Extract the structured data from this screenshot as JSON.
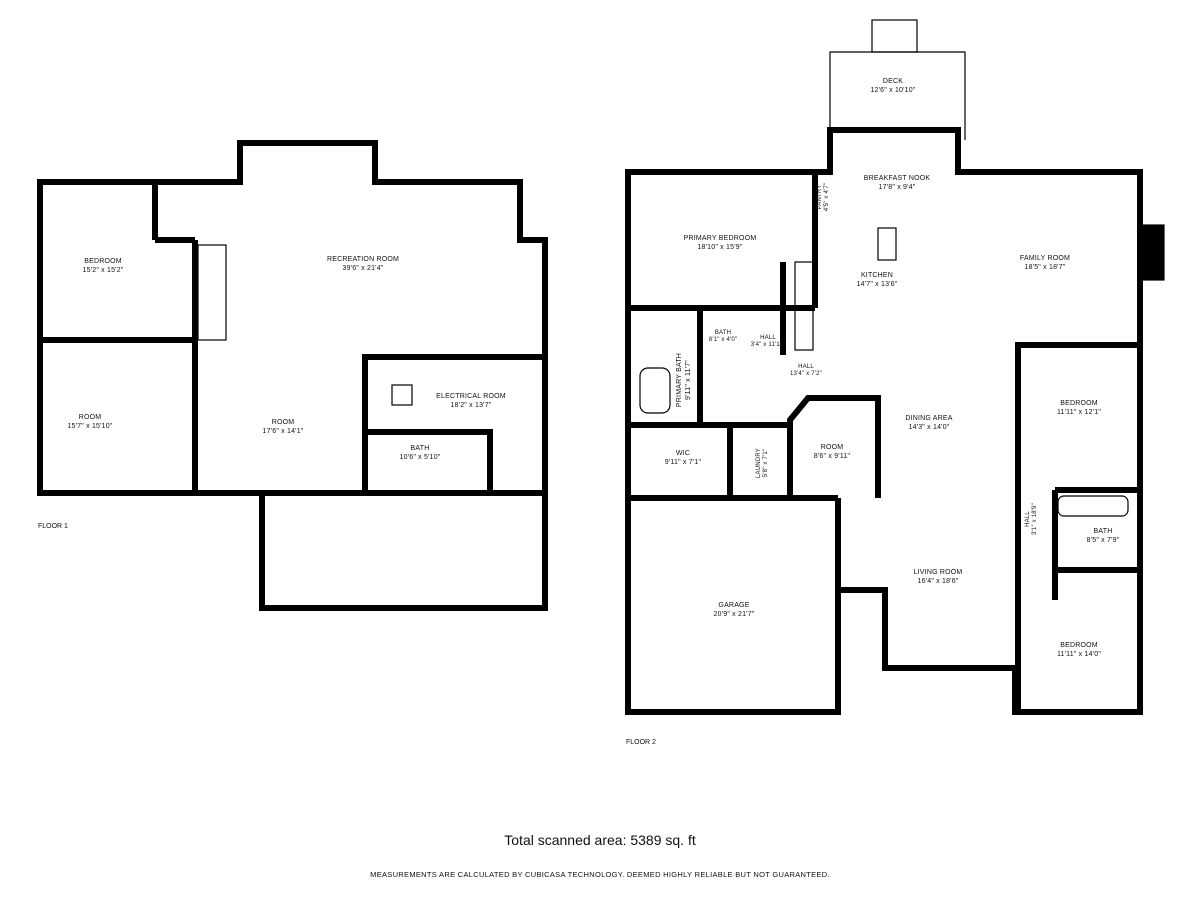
{
  "floors": [
    {
      "label": "FLOOR 1",
      "rooms": [
        {
          "name": "Bedroom",
          "dims": "15'2\" x 15'2\""
        },
        {
          "name": "Recreation Room",
          "dims": "39'6\" x 21'4\""
        },
        {
          "name": "Room",
          "dims": "15'7\" x 15'10\""
        },
        {
          "name": "Room",
          "dims": "17'6\" x 14'1\""
        },
        {
          "name": "Electrical Room",
          "dims": "18'2\" x 13'7\""
        },
        {
          "name": "Bath",
          "dims": "10'6\" x 5'10\""
        }
      ]
    },
    {
      "label": "FLOOR 2",
      "rooms": [
        {
          "name": "Deck",
          "dims": "12'6\" x 10'10\""
        },
        {
          "name": "Breakfast Nook",
          "dims": "17'8\" x 9'4\""
        },
        {
          "name": "Pantry",
          "dims": "4'5\" x 4'7\""
        },
        {
          "name": "Primary Bedroom",
          "dims": "18'10\" x 15'9\""
        },
        {
          "name": "Kitchen",
          "dims": "14'7\" x 13'6\""
        },
        {
          "name": "Family Room",
          "dims": "18'5\" x 18'7\""
        },
        {
          "name": "Bath",
          "dims": "8'1\" x 4'0\""
        },
        {
          "name": "Hall",
          "dims": "3'4\" x 11'11\""
        },
        {
          "name": "Hall",
          "dims": "13'4\" x 7'2\""
        },
        {
          "name": "Primary Bath",
          "dims": "9'11\" x 11'7\""
        },
        {
          "name": "Dining Area",
          "dims": "14'3\" x 14'0\""
        },
        {
          "name": "Bedroom",
          "dims": "11'11\" x 12'1\""
        },
        {
          "name": "Room",
          "dims": "8'6\" x 9'11\""
        },
        {
          "name": "WIC",
          "dims": "9'11\" x 7'1\""
        },
        {
          "name": "Laundry",
          "dims": "5'8\" x 7'1\""
        },
        {
          "name": "Hall",
          "dims": "3'1\" x 18'9\""
        },
        {
          "name": "Bath",
          "dims": "8'5\" x 7'9\""
        },
        {
          "name": "Living Room",
          "dims": "16'4\" x 18'6\""
        },
        {
          "name": "Garage",
          "dims": "20'9\" x 21'7\""
        },
        {
          "name": "Bedroom",
          "dims": "11'11\" x 14'0\""
        }
      ]
    }
  ],
  "total_area": "Total scanned area: 5389 sq. ft",
  "disclaimer": "Measurements are calculated by CubiCasa Technology. Deemed highly reliable but not guaranteed."
}
